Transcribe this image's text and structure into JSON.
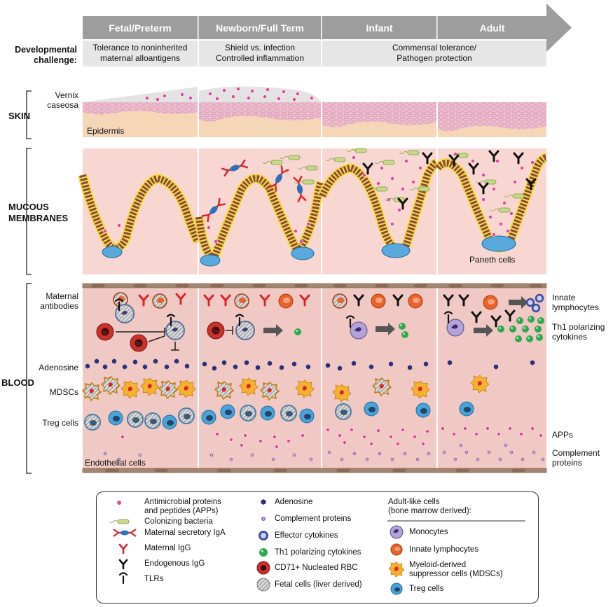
{
  "stages": [
    "Fetal/Preterm",
    "Newborn/Full Term",
    "Infant",
    "Adult"
  ],
  "developmental_challenge_label": "Developmental challenge:",
  "challenges": {
    "fetal_line1": "Tolerance to noninherited",
    "fetal_line2": "maternal alloantigens",
    "newborn_line1": "Shield vs. infection",
    "newborn_line2": "Controlled inflammation",
    "infant_adult_line1": "Commensal tolerance/",
    "infant_adult_line2": "Pathogen protection"
  },
  "rows": {
    "skin": "SKIN",
    "mucous_line1": "MUCOUS",
    "mucous_line2": "MEMBRANES",
    "blood": "BLOOD"
  },
  "skin_labels": {
    "vernix_line1": "Vernix",
    "vernix_line2": "caseosa",
    "epidermis": "Epidermis"
  },
  "mucous_labels": {
    "paneth": "Paneth cells"
  },
  "blood_left_labels": {
    "maternal_line1": "Maternal",
    "maternal_line2": "antibodies",
    "adenosine": "Adenosine",
    "mdscs": "MDSCs",
    "treg": "Treg cells",
    "endothelial": "Endothelial cells"
  },
  "blood_right_labels": {
    "innate_line1": "Innate",
    "innate_line2": "lymphocytes",
    "th1_line1": "Th1 polarizing",
    "th1_line2": "cytokines",
    "apps": "APPs",
    "complement_line1": "Complement",
    "complement_line2": "proteins"
  },
  "legend": {
    "col1": {
      "apps_line1": "Antimicrobial proteins",
      "apps_line2": "and peptides (APPs)",
      "bacteria": "Colonizing bacteria",
      "siga": "Maternal secretory IgA",
      "igg": "Maternal IgG",
      "endo_igg": "Endogenous IgG",
      "tlrs": "TLRs"
    },
    "col2": {
      "adenosine": "Adenosine",
      "complement": "Complement proteins",
      "effector": "Effector cytokines",
      "th1": "Th1 polarizing cytokines",
      "cd71": "CD71+ Nucleated RBC",
      "fetal": "Fetal cells (liver derived)"
    },
    "col3": {
      "header_line1": "Adult-like cells",
      "header_line2": "(bone marrow derived):",
      "monocytes": "Monocytes",
      "innate": "Innate lymphocytes",
      "mdsc_line1": "Myeloid-derived",
      "mdsc_line2": "suppressor cells (MDSCs)",
      "treg": "Treg cells"
    }
  },
  "colors": {
    "stage_header": "#9d9d9d",
    "skin_pink": "#e9b7c9",
    "skin_tan": "#f5d7b8",
    "tissue_pink": "#f6d9d9",
    "mucus_yellow": "#f5dc4c",
    "blood_bg": "#f0c9c4",
    "app_magenta": "#e0479b",
    "adenosine_navy": "#2c2f7a",
    "th1_green": "#2fa84f",
    "treg_blue": "#4aa3d8",
    "nrbc_red": "#c8312c",
    "innate_orange": "#e8622b",
    "igg_red": "#d9262b"
  }
}
